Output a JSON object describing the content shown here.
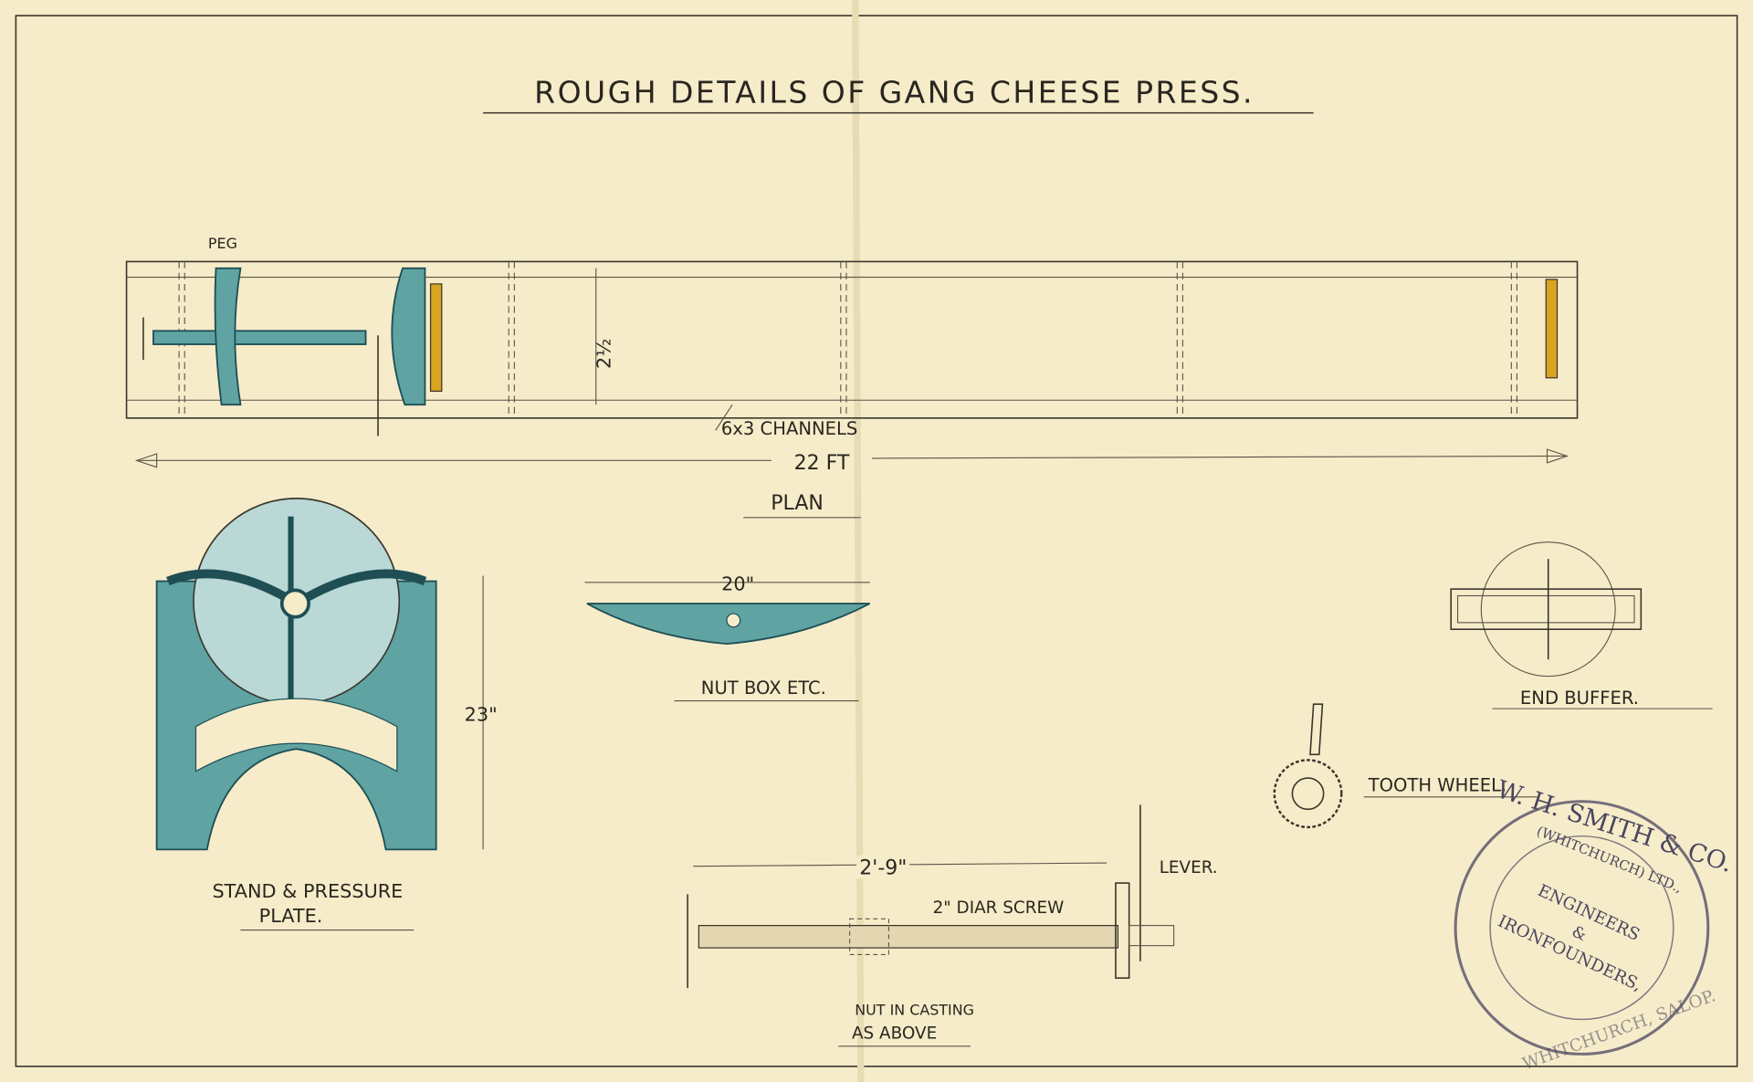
{
  "title": "ROUGH DETAILS OF GANG CHEESE PRESS.",
  "plan": {
    "peg_label": "PEG",
    "width_dim": "2½",
    "channels_label": "6x3 CHANNELS",
    "length_dim": "22 FT",
    "view_label": "PLAN"
  },
  "stand": {
    "height_dim": "23\"",
    "label_line1": "STAND & PRESSURE",
    "label_line2": "PLATE."
  },
  "nut_box": {
    "width_dim": "20\"",
    "label": "NUT BOX ETC."
  },
  "end_buffer": {
    "label": "END BUFFER."
  },
  "tooth_wheel": {
    "label": "TOOTH WHEEL."
  },
  "screw": {
    "length_dim": "2'-9\"",
    "lever_label": "LEVER.",
    "screw_label": "2\" DIAR SCREW",
    "nut_label_line1": "NUT IN CASTING",
    "nut_label_line2": "AS ABOVE"
  },
  "stamp": {
    "outer_text": "W. H. SMITH & CO.",
    "inner_text": "(WHITCHURCH) LTD.,",
    "center_line1": "ENGINEERS",
    "center_line2": "&",
    "center_line3": "IRONFOUNDERS,",
    "bottom_text": "WHITCHURCH, SALOP."
  },
  "colors": {
    "paper": "#f6ecc9",
    "ink": "#2a2620",
    "casting_blue": "#5fa3a3",
    "buffer_yellow": "#d9a520",
    "stamp_ink": "#4a4660"
  }
}
